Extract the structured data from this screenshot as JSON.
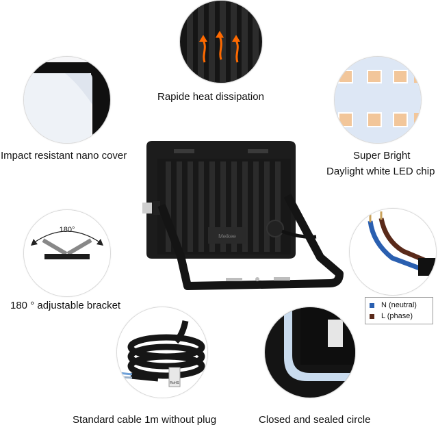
{
  "captions": {
    "heat": "Rapide heat dissipation",
    "cover": "Impact resistant nano cover",
    "bright_line1": "Super Bright",
    "bright_line2": "Daylight white LED chip",
    "bracket": "180 ° adjustable bracket",
    "bracket_angle": "180°",
    "cable": "Standard cable 1m without plug",
    "seal": "Closed and sealed circle"
  },
  "legend": [
    {
      "label": "N (neutral)",
      "color": "#2a5fb0"
    },
    {
      "label": "L (phase)",
      "color": "#5a2a1a"
    }
  ],
  "product_markings": {
    "label_text": "Meikee",
    "cable_tag": "RoHS"
  },
  "colors": {
    "housing": "#1c1c1c",
    "led_chip": "#f2c69a",
    "heat_arrow": "#ff6a00",
    "diffuser": "#eef2f7"
  }
}
